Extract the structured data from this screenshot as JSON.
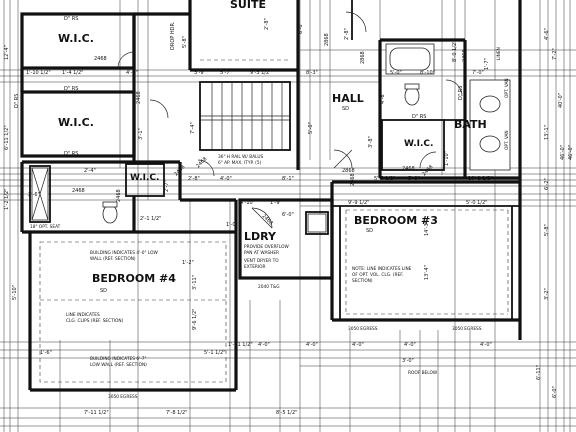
{
  "rooms": {
    "wic_1": "W.I.C.",
    "wic_2": "W.I.C.",
    "wic_3": "W.I.C.",
    "wic_4": "W.I.C.",
    "hall": "HALL",
    "bath": "BATH",
    "laundry": "LDRY",
    "bedroom3": "BEDROOM #3",
    "bedroom4": "BEDROOM #4",
    "suite": "SUITE"
  },
  "tags": {
    "sd_hall": "SD",
    "sd_bed3": "SD",
    "sd_bed4": "SD",
    "drop_hdr": "DROP HDR."
  },
  "shelves": {
    "rs1": "D\" RS",
    "rs2": "D\" RS",
    "rs3": "D\" RS",
    "rs4": "D\" RS",
    "rs5": "D\" RS",
    "rs6": "D\" RS"
  },
  "notes": {
    "rail": "36\" H RAIL W/ BALUS",
    "rail_2": "6\" AP. MAX. ITYP. (5)",
    "laundry_1": "PROVIDE OVERFLOW",
    "laundry_2": "PAN AT WASHER",
    "laundry_3": "VENT DRYER TO",
    "laundry_4": "EXTERIOR",
    "bed3_1": "NOTE: LINE INDICATES LINE",
    "bed3_2": "OF OPT. VOL. CLG. (REF.",
    "bed3_3": "SECTION)",
    "bed4_top_1": "BUILDING INDICATES 4'-0\" LOW",
    "bed4_top_2": "WALL (REF. SECTION)",
    "bed4_mid_1": "LINE INDICATES",
    "bed4_mid_2": "CLG. CLIPS (REF. SECTION)",
    "bed4_bot_1": "BUILDING INDICATES 6'-7\"",
    "bed4_bot_2": "LOW WALL (REF. SECTION)",
    "roof": "ROOF BELOW",
    "bench": "18\" OPT. SEAT",
    "linen": "LINEN",
    "opt_vanity_1": "OPT. VAN",
    "opt_vanity_2": "OPT. VAN"
  },
  "egress": {
    "bed3_a": "3050 EGRESS",
    "bed3_b": "3050 EGRESS",
    "bed4": "3050 EGRESS",
    "laundry_win": "2040 T&G"
  },
  "dims": {
    "d01": "2468",
    "d02": "2468",
    "d03": "2468",
    "d04": "2468",
    "d05": "2468",
    "d06": "2468",
    "d07": "2468",
    "d08": "2468",
    "d09": "2868",
    "d10": "2868",
    "d11": "2868",
    "d12": "2868",
    "d13": "2468",
    "d14": "2468",
    "t01": "4'-1\"",
    "t02": "3'-9\"",
    "t03": "5'-7\"",
    "t04": "9'-3 1/2\"",
    "t05": "8'-3\"",
    "t06": "5'-0\"",
    "t07": "8'-10\"",
    "t08": "7'-0\"",
    "t09": "1'-10 1/2\"",
    "t10": "1'-4 1/2\"",
    "t11": "2'-8\"",
    "t12": "4'-0\"",
    "t13": "8'-1\"",
    "t14": "5'-9\"",
    "t15": "10'-1 1/2\"",
    "t16": "5'-6 1/2\"",
    "t17": "4'-10\"",
    "t18": "9'-9 1/2\"",
    "t19": "5'-0 1/2\"",
    "t20": "1'-9\"",
    "t21": "6'-0\"",
    "t22": "2'-6\"",
    "t23": "4'-0\"",
    "t24": "4'-0\"",
    "t25": "4'-0\"",
    "t26": "4'-0\"",
    "t27": "4'-0\"",
    "t28": "1'-6\"",
    "t29": "5'-1 1/2\"",
    "t30": "1'-11 1/2\"",
    "t31": "7'-11 1/2\"",
    "t32": "7'-8 1/2\"",
    "t33": "8'-5 1/2\"",
    "t34": "3'-0\"",
    "t35": "1'-2\"",
    "t36": "1'-0\"",
    "t37": "2'-1 1/2\"",
    "t38": "2'-4\"",
    "t39": "2'-7\"",
    "t40": "5'-8\"",
    "t41": "3'-1\"",
    "t42": "7'-4\"",
    "t43": "6'-0\"",
    "t44": "5'-0\"",
    "t45": "3'-8\"",
    "t46": "4'-6\"",
    "t47": "1'-10\"",
    "t48": "8'-0 1/2\"",
    "t49": "1'-7\"",
    "t50": "4'-6\"",
    "t51": "13'-1\"",
    "t52": "6'-2\"",
    "t53": "5'-8\"",
    "t54": "3'-2\"",
    "t55": "6'-11\"",
    "t56": "7'-2\"",
    "t57": "46'-0\"",
    "t58": "46'-0\"",
    "t59": "13'-4\"",
    "t60": "2'-8\"",
    "t61": "2'-8\"",
    "t62": "12'-4\"",
    "t63": "6'-11 1/2\"",
    "t64": "1'-2 1/2\"",
    "t65": "5'-10\"",
    "t66": "9'-6 1/2\"",
    "t67": "3'-11\"",
    "t68": "14'-3\"",
    "t69": "40'-0\"",
    "t70": "6'-0\""
  }
}
